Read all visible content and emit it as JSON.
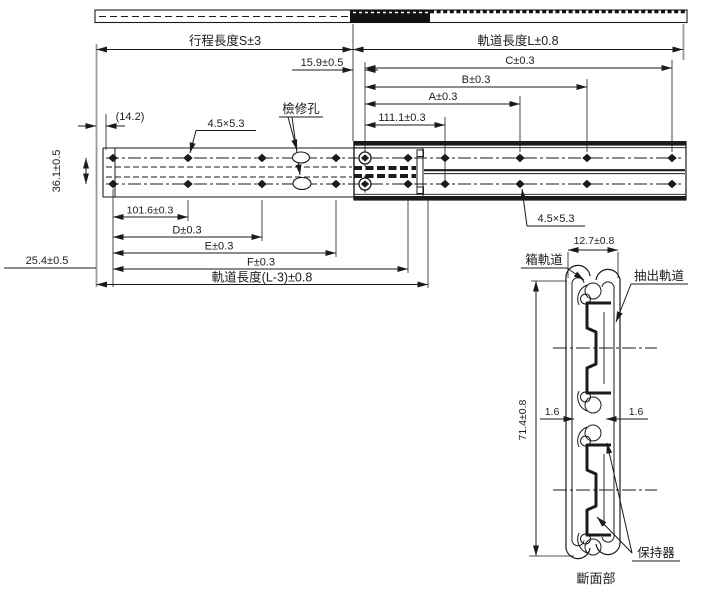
{
  "colors": {
    "ink": "#1b1b1b",
    "ext_gray": "#9a9a9a"
  },
  "top_view": {
    "stroke_length": "行程長度S±3",
    "rail_length": "軌道長度L±0.8"
  },
  "plan": {
    "offset_15_9": "15.9±0.5",
    "dim_c": "C±0.3",
    "dim_b": "B±0.3",
    "dim_a": "A±0.3",
    "dim_111_1": "111.1±0.3",
    "ref_14_2": "(14.2)",
    "slot_top": "4.5×5.3",
    "inspection_hole": "檢修孔",
    "width_36_1": "36.1±0.5",
    "pitch_101_6": "101.6±0.3",
    "dim_d": "D±0.3",
    "dim_e": "E±0.3",
    "dim_f": "F±0.3",
    "rail_length_l3": "軌道長度(L-3)±0.8",
    "offset_25_4": "25.4±0.5",
    "slot_bottom": "4.5×5.3"
  },
  "section": {
    "width_12_7": "12.7±0.8",
    "box_rail": "箱軌道",
    "pullout_rail": "抽出軌道",
    "height_71_4": "71.4±0.8",
    "wall_left_1_6": "1.6",
    "wall_right_1_6": "1.6",
    "retainer": "保持器",
    "caption": "斷面部"
  }
}
